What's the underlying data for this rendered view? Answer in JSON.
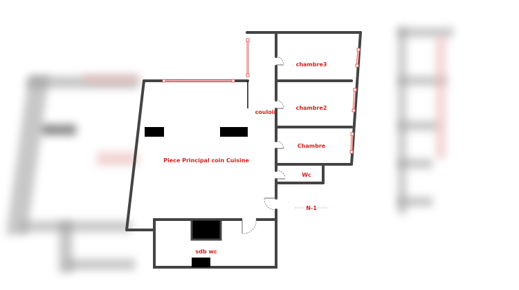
{
  "plan": {
    "level": "N-1",
    "rooms": {
      "main": "Piece Principal coin Cuisine",
      "corridor": "couloir",
      "bedroom3": "chambre3",
      "bedroom2": "chambre2",
      "bedroom1": "Chambre",
      "wc": "Wc",
      "bathroom": "sdb wc"
    },
    "colors": {
      "wall": "#444444",
      "window": "#e06060",
      "label": "#d61f1f",
      "furniture": "#000000"
    }
  }
}
